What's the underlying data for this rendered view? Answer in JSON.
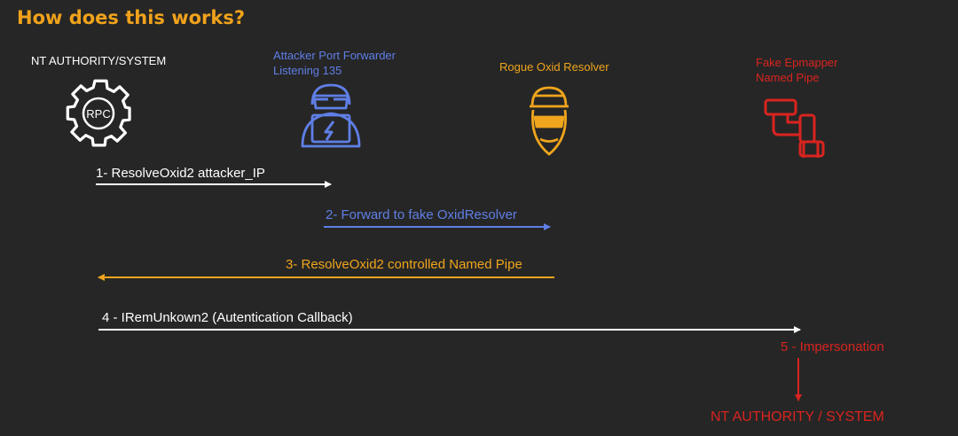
{
  "title": "How does this works?",
  "colors": {
    "background": "#262626",
    "title": "#f0a21b",
    "white": "#ffffff",
    "blue": "#5f7fe6",
    "orange": "#efa51c",
    "red": "#d9241f"
  },
  "actors": [
    {
      "label": "NT AUTHORITY/SYSTEM",
      "icon": "gear-icon",
      "icon_text": "RPC"
    },
    {
      "label_lines": [
        "Attacker Port Forwarder",
        "Listening 135"
      ],
      "icon": "hacker-icon"
    },
    {
      "label": "Rogue Oxid Resolver",
      "icon": "masked-thief-icon"
    },
    {
      "label_lines": [
        "Fake Epmapper",
        "Named Pipe"
      ],
      "icon": "pipe-icon"
    }
  ],
  "steps": [
    {
      "text": "1- ResolveOxid2 attacker_IP",
      "direction": "right"
    },
    {
      "text": "2- Forward to fake OxidResolver",
      "direction": "right"
    },
    {
      "text": "3- ResolveOxid2 controlled Named Pipe",
      "direction": "left"
    },
    {
      "text": "4 - IRemUnkown2 (Autentication Callback)",
      "direction": "right"
    },
    {
      "text": "5 - Impersonation",
      "direction": "down"
    }
  ],
  "result": "NT AUTHORITY / SYSTEM"
}
